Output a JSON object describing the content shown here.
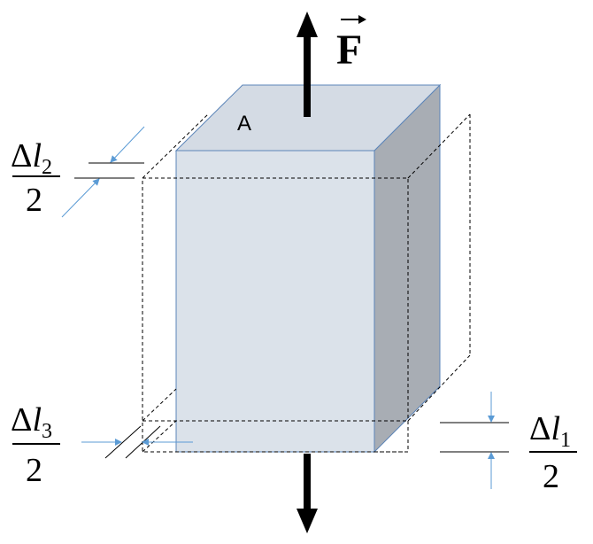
{
  "face_label": "A",
  "force": {
    "symbol": "F",
    "arrow_color": "#000000"
  },
  "fractions": {
    "dl2": {
      "delta": "Δ",
      "var": "l",
      "sub": "2",
      "den": "2"
    },
    "dl3": {
      "delta": "Δ",
      "var": "l",
      "sub": "3",
      "den": "2"
    },
    "dl1": {
      "delta": "Δ",
      "var": "l",
      "sub": "1",
      "den": "2"
    }
  },
  "colors": {
    "front_face": "#dbe2ea",
    "top_face": "#d4dbe4",
    "side_face": "#a8adb4",
    "edge": "#5b84b8",
    "dimension_arrow": "#5b9bd5",
    "dashed_outline": "#000000"
  }
}
